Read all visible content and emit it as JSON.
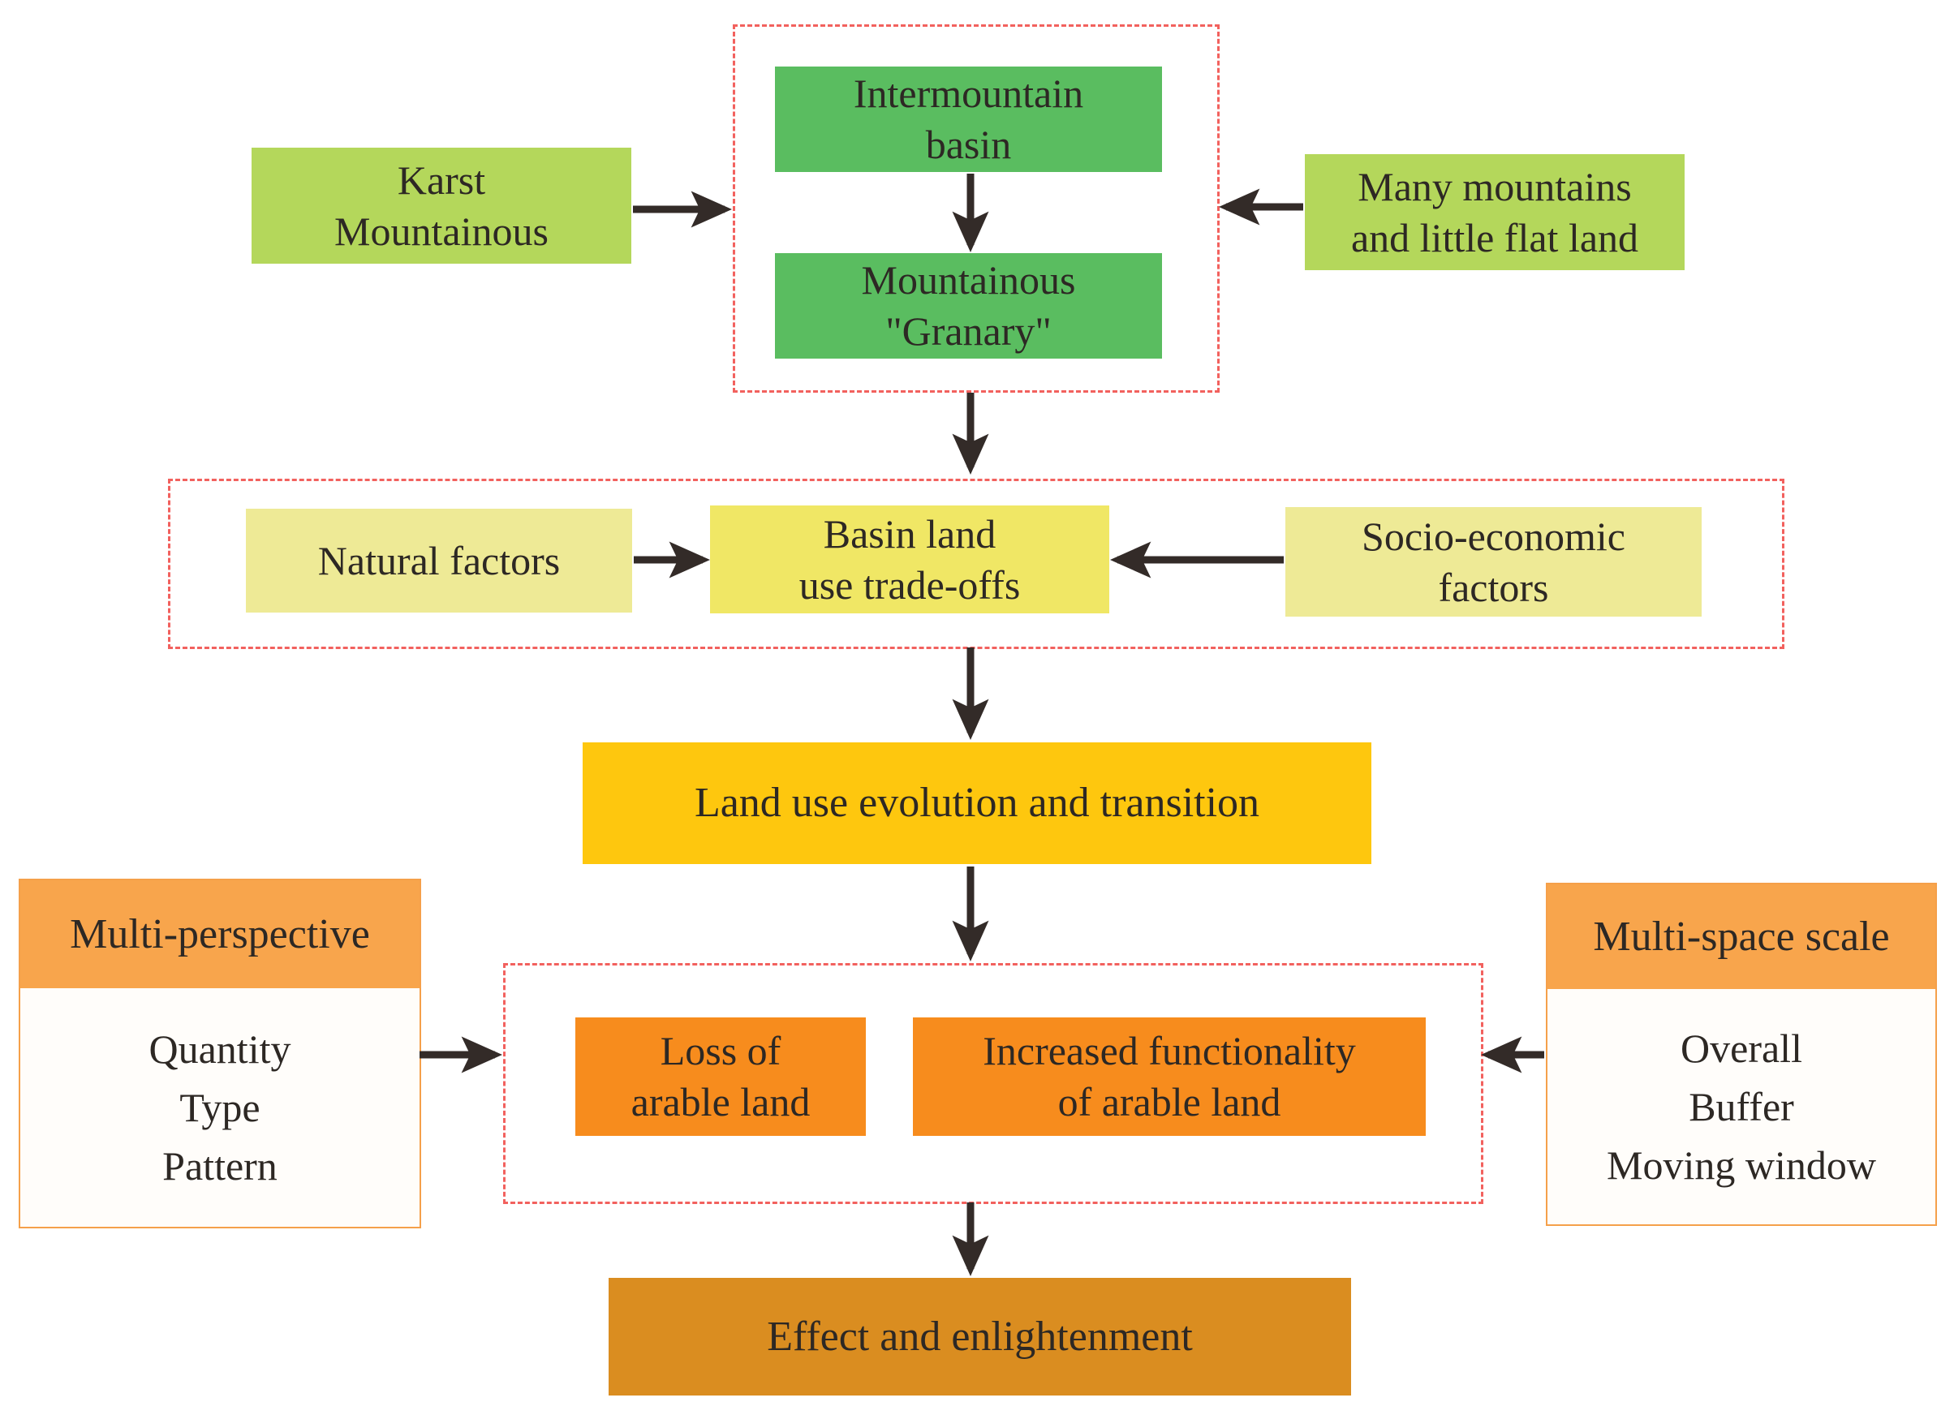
{
  "palette": {
    "green": "#5abd60",
    "yellow_green": "#b4d75b",
    "pale_yellow": "#eeea96",
    "yellow": "#f0e765",
    "gold": "#fec70e",
    "orange": "#f78c1d",
    "header_orange": "#f8a54c",
    "dark_orange": "#da8d20",
    "dashed_border_red": "#f2615e",
    "arrow_dark": "#332b28",
    "text_dark": "#2d2824"
  },
  "nodes": {
    "karst": {
      "label": "Karst\nMountainous"
    },
    "intermountain": {
      "label": "Intermountain\nbasin"
    },
    "granary": {
      "label": "Mountainous\n\"Granary\""
    },
    "many_mountains": {
      "label": "Many mountains\nand little flat land"
    },
    "natural": {
      "label": "Natural factors"
    },
    "basin_tradeoffs": {
      "label": "Basin land\nuse trade-offs"
    },
    "socio": {
      "label": "Socio-economic\nfactors"
    },
    "land_use": {
      "label": "Land use evolution and transition"
    },
    "loss": {
      "label": "Loss of\narable land"
    },
    "increased": {
      "label": "Increased functionality\nof arable land"
    },
    "effect": {
      "label": "Effect and enlightenment"
    },
    "multi_perspective": {
      "header": "Multi-perspective",
      "body": "Quantity\nType\nPattern"
    },
    "multi_space": {
      "header": "Multi-space scale",
      "body": "Overall\nBuffer\nMoving window"
    }
  }
}
